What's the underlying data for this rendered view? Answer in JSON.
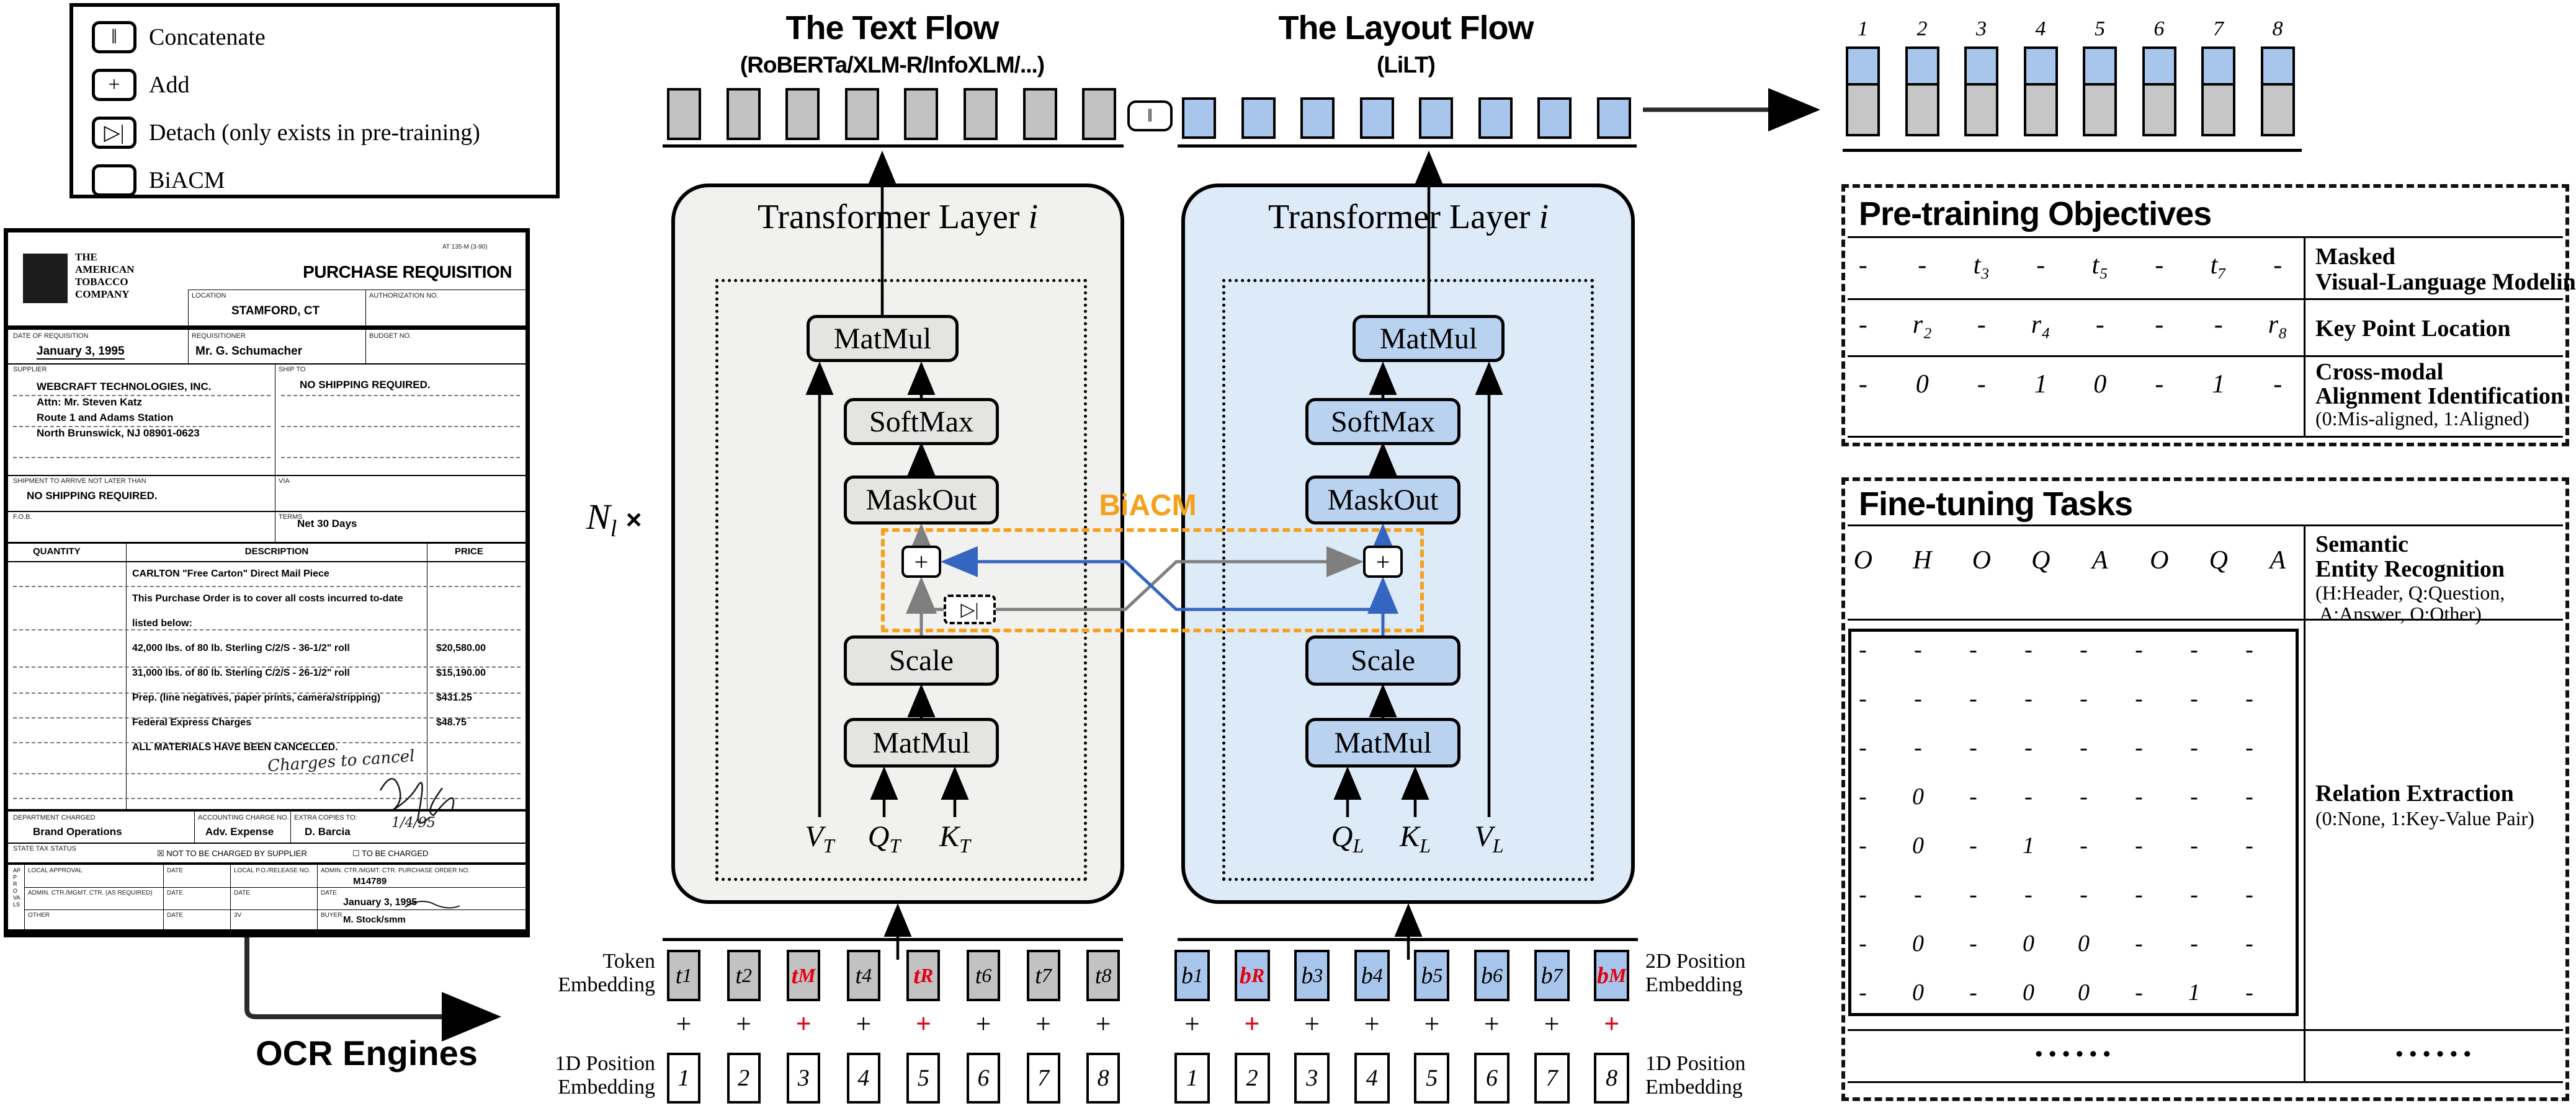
{
  "legend": {
    "items": [
      {
        "icon": "concatenate-icon",
        "glyph": "‖",
        "label": "Concatenate"
      },
      {
        "icon": "add-icon",
        "glyph": "+",
        "label": "Add"
      },
      {
        "icon": "detach-icon",
        "glyph": "▷|",
        "label": "Detach (only exists in pre-training)"
      },
      {
        "icon": "biacm-icon",
        "glyph": "",
        "label": "BiACM"
      }
    ]
  },
  "ocr": {
    "label": "OCR Engines"
  },
  "document": {
    "company": [
      "THE",
      "AMERICAN",
      "TOBACCO",
      "COMPANY"
    ],
    "form_no": "AT 135-M (3-90)",
    "title": "PURCHASE REQUISITION",
    "location_label": "LOCATION",
    "location": "STAMFORD, CT",
    "auth_label": "AUTHORIZATION NO.",
    "date_label": "DATE OF REQUISITION",
    "date": "January 3, 1995",
    "req_label": "REQUISITIONER",
    "requisitioner": "Mr. G. Schumacher",
    "budget_label": "BUDGET NO.",
    "supplier_label": "SUPPLIER",
    "supplier": [
      "WEBCRAFT TECHNOLOGIES, INC.",
      "Attn: Mr. Steven Katz",
      "Route 1 and Adams Station",
      "North Brunswick, NJ 08901-0623"
    ],
    "shipto_label": "SHIP TO",
    "shipto": "NO SHIPPING REQUIRED.",
    "shipment_label": "SHIPMENT TO ARRIVE NOT LATER THAN",
    "shipment": "NO SHIPPING REQUIRED.",
    "via_label": "VIA",
    "fob_label": "F.O.B.",
    "terms_label": "TERMS",
    "terms": "Net 30 Days",
    "qty_header": "QUANTITY",
    "desc_header": "DESCRIPTION",
    "price_header": "PRICE",
    "lines": [
      {
        "desc": "CARLTON \"Free Carton\" Direct Mail Piece",
        "price": ""
      },
      {
        "desc": "This Purchase Order is to cover all costs incurred to-date",
        "price": ""
      },
      {
        "desc": "listed below:",
        "price": ""
      },
      {
        "desc": "42,000 lbs. of 80 lb. Sterling C/2/S - 36-1/2\" roll",
        "price": "$20,580.00"
      },
      {
        "desc": "31,000 lbs. of 80 lb. Sterling C/2/S - 26-1/2\" roll",
        "price": "$15,190.00"
      },
      {
        "desc": "Prep. (line negatives, paper prints, camera/stripping)",
        "price": "$431.25"
      },
      {
        "desc": "Federal Express Charges",
        "price": "$48.75"
      },
      {
        "desc": "ALL MATERIALS HAVE BEEN CANCELLED.",
        "price": ""
      }
    ],
    "handwriting": "Charges to cancel",
    "hand_date": "1/4/95",
    "dept_label": "DEPARTMENT CHARGED",
    "dept": "Brand Operations",
    "acct_label": "ACCOUNTING CHARGE NO.",
    "acct": "Adv. Expense",
    "copies_label": "EXTRA COPIES TO:",
    "copies": "D. Barcia",
    "tax_label": "STATE TAX STATUS",
    "tax_opt1": "☒ NOT TO BE CHARGED BY SUPPLIER",
    "tax_opt2": "☐ TO BE CHARGED",
    "approvals_word": "APPROVALS",
    "appr_local": "LOCAL APPROVAL",
    "appr_date1": "DATE",
    "appr_po": "LOCAL P.O./RELEASE NO.",
    "appr_admin_po": "ADMIN. CTR./MGMT. CTR.  PURCHASE ORDER NO.",
    "po_no": "M14789",
    "appr_admin": "ADMIN. CTR./MGMT. CTR. (AS REQUIRED)",
    "appr_date2": "DATE",
    "appr_date3": "DATE",
    "appr_date4": "DATE",
    "po_date": "January 3, 1995",
    "appr_other": "OTHER",
    "appr_date5": "DATE",
    "appr_3v": "3V",
    "buyer_label": "BUYER",
    "buyer": "M. Stock/smm"
  },
  "flows": {
    "nl": {
      "base": "N",
      "sub": "l",
      "times": "×"
    },
    "concat": "‖",
    "detach_glyph": "▷|",
    "plus": "+",
    "biacm": "BiACM",
    "layer_title": "Transformer Layer",
    "layer_i": "i",
    "blocks": {
      "matmul": "MatMul",
      "softmax": "SoftMax",
      "maskout": "MaskOut",
      "scale": "Scale"
    },
    "text": {
      "title": "The Text Flow",
      "subtitle": "(RoBERTa/XLM-R/InfoXLM/...)",
      "inputs": [
        {
          "base": "V",
          "sub": "T"
        },
        {
          "base": "Q",
          "sub": "T"
        },
        {
          "base": "K",
          "sub": "T"
        }
      ]
    },
    "layout": {
      "title": "The Layout Flow",
      "subtitle": "(LiLT)",
      "inputs": [
        {
          "base": "Q",
          "sub": "L"
        },
        {
          "base": "K",
          "sub": "L"
        },
        {
          "base": "V",
          "sub": "L"
        }
      ]
    }
  },
  "embeddings": {
    "token_label": [
      "Token",
      "Embedding"
    ],
    "pos1d_left_label": [
      "1D Position",
      "Embedding"
    ],
    "pos2d_label": [
      "2D Position",
      "Embedding"
    ],
    "pos1d_right_label": [
      "1D Position",
      "Embedding"
    ],
    "plus": "+",
    "tokens": [
      {
        "base": "t",
        "sub": "1"
      },
      {
        "base": "t",
        "sub": "2"
      },
      {
        "base": "t",
        "sub": "M",
        "red": true
      },
      {
        "base": "t",
        "sub": "4"
      },
      {
        "base": "t",
        "sub": "R",
        "red": true
      },
      {
        "base": "t",
        "sub": "6"
      },
      {
        "base": "t",
        "sub": "7"
      },
      {
        "base": "t",
        "sub": "8"
      }
    ],
    "boxes2d": [
      {
        "base": "b",
        "sub": "1"
      },
      {
        "base": "b",
        "sub": "R",
        "red": true
      },
      {
        "base": "b",
        "sub": "3"
      },
      {
        "base": "b",
        "sub": "4"
      },
      {
        "base": "b",
        "sub": "5"
      },
      {
        "base": "b",
        "sub": "6"
      },
      {
        "base": "b",
        "sub": "7"
      },
      {
        "base": "b",
        "sub": "M",
        "red": true
      }
    ],
    "pos1d": [
      "1",
      "2",
      "3",
      "4",
      "5",
      "6",
      "7",
      "8"
    ]
  },
  "output_cols": {
    "indices": [
      "1",
      "2",
      "3",
      "4",
      "5",
      "6",
      "7",
      "8"
    ]
  },
  "pretraining": {
    "title": "Pre-training Objectives",
    "rows": [
      {
        "values": [
          "-",
          "-",
          "t₃",
          "-",
          "t₅",
          "-",
          "t₇",
          "-"
        ],
        "label1": "Masked",
        "label2": "Visual-Language Modeling",
        "note": ""
      },
      {
        "values": [
          "-",
          "r₂",
          "-",
          "r₄",
          "-",
          "-",
          "-",
          "r₈"
        ],
        "label1": "Key Point Location",
        "label2": "",
        "note": ""
      },
      {
        "values": [
          "-",
          "0",
          "-",
          "1",
          "0",
          "-",
          "1",
          "-"
        ],
        "label1": "Cross-modal",
        "label2": "Alignment Identification",
        "note": "(0:Mis-aligned, 1:Aligned)"
      }
    ]
  },
  "finetuning": {
    "title": "Fine-tuning Tasks",
    "ser_values": [
      "O",
      "H",
      "O",
      "Q",
      "A",
      "O",
      "Q",
      "A"
    ],
    "ser_label1": "Semantic",
    "ser_label2": "Entity Recognition",
    "ser_note1": "(H:Header, Q:Question,",
    "ser_note2": "A:Answer, O:Other)",
    "re_matrix": [
      "-",
      "-",
      "-",
      "-",
      "-",
      "-",
      "-",
      "-",
      "-",
      "-",
      "-",
      "-",
      "-",
      "-",
      "-",
      "-",
      "-",
      "-",
      "-",
      "-",
      "-",
      "-",
      "-",
      "-",
      "-",
      "0",
      "-",
      "-",
      "-",
      "-",
      "-",
      "-",
      "-",
      "0",
      "-",
      "1",
      "-",
      "-",
      "-",
      "-",
      "-",
      "-",
      "-",
      "-",
      "-",
      "-",
      "-",
      "-",
      "-",
      "0",
      "-",
      "0",
      "0",
      "-",
      "-",
      "-",
      "-",
      "0",
      "-",
      "0",
      "0",
      "-",
      "1",
      "-"
    ],
    "re_label": "Relation Extraction",
    "re_note": "(0:None, 1:Key-Value Pair)",
    "dots_left": "••••••",
    "dots_right": "••••••"
  }
}
